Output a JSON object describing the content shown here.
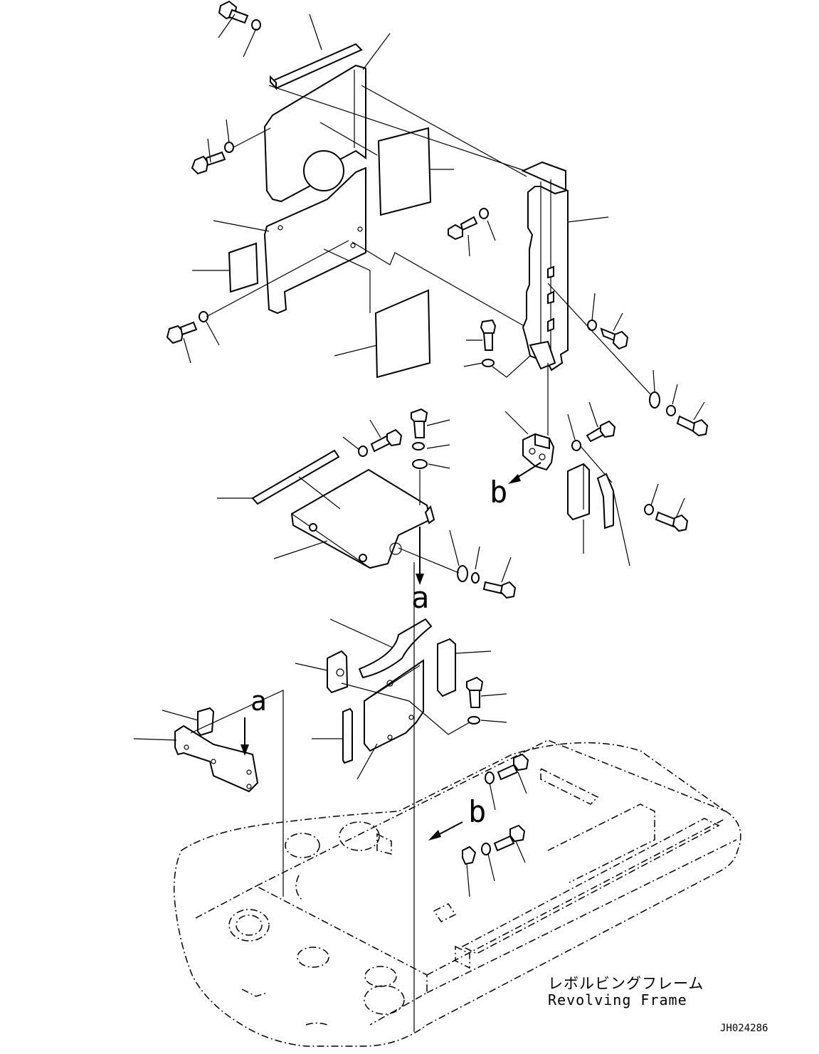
{
  "view_labels": {
    "a_upper": "a",
    "a_lower": "a",
    "b_upper": "b",
    "b_lower": "b"
  },
  "frame_caption": {
    "japanese": "レボルビングフレーム",
    "english": "Revolving Frame"
  },
  "drawing_code": "JH024286",
  "colors": {
    "ink": "#000000",
    "paper": "#ffffff"
  }
}
